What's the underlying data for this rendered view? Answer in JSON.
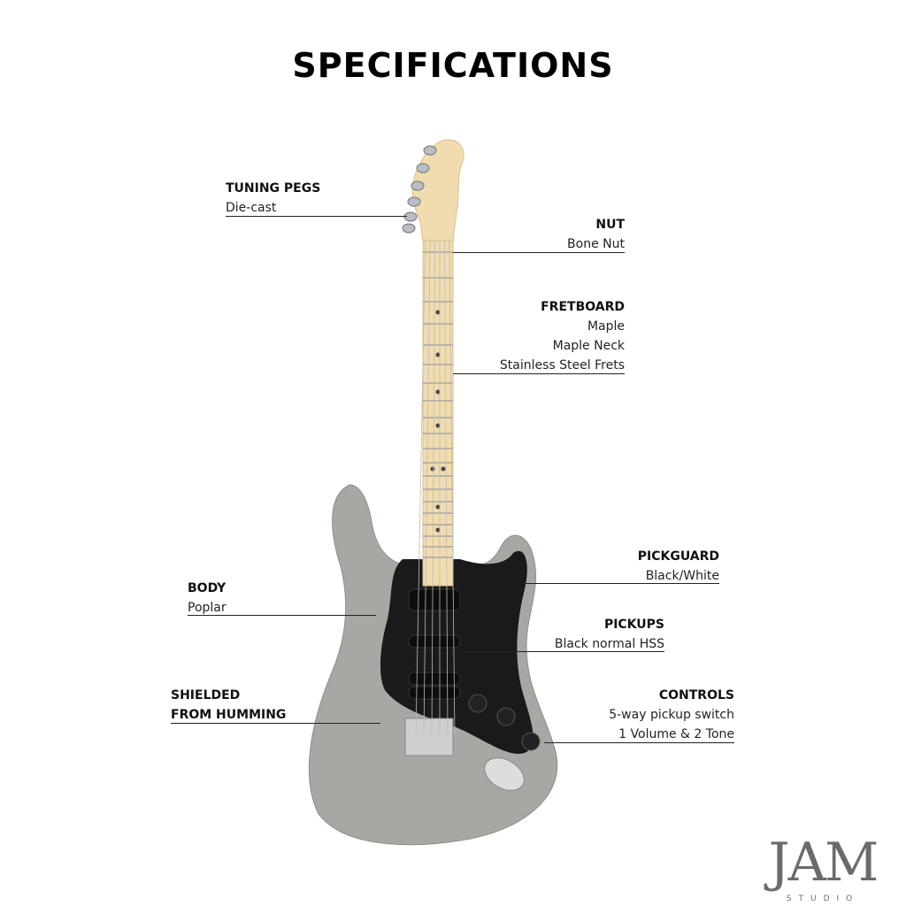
{
  "title": "SPECIFICATIONS",
  "specs": {
    "tuning_pegs": {
      "heading": "TUNING PEGS",
      "lines": [
        "Die-cast"
      ]
    },
    "nut": {
      "heading": "NUT",
      "lines": [
        "Bone Nut"
      ]
    },
    "fretboard": {
      "heading": "FRETBOARD",
      "lines": [
        "Maple",
        "Maple Neck",
        "Stainless Steel Frets"
      ]
    },
    "pickguard": {
      "heading": "PICKGUARD",
      "lines": [
        "Black/White"
      ]
    },
    "body": {
      "heading": "BODY",
      "lines": [
        "Poplar"
      ]
    },
    "pickups": {
      "heading": "PICKUPS",
      "lines": [
        "Black normal HSS"
      ]
    },
    "shielded": {
      "heading_lines": [
        "SHIELDED",
        "FROM HUMMING"
      ]
    },
    "controls": {
      "heading": "CONTROLS",
      "lines": [
        "5-way pickup switch",
        "1 Volume & 2 Tone"
      ]
    }
  },
  "logo": {
    "main": "JAM",
    "sub": "STUDIO"
  },
  "colors": {
    "body": "#a7a8a4",
    "pickguard": "#1a1a1a",
    "maple": "#f0dcae"
  }
}
